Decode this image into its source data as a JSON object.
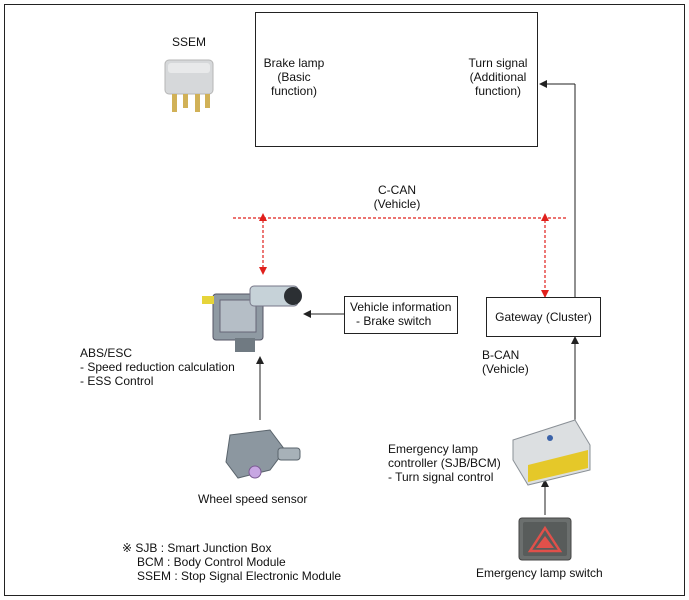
{
  "labels": {
    "ssem": "SSEM",
    "brake_lamp": [
      "Brake lamp",
      "(Basic",
      "function)"
    ],
    "turn_signal": [
      "Turn signal",
      "(Additional",
      "function)"
    ],
    "c_can": [
      "C-CAN",
      "(Vehicle)"
    ],
    "vehicle_info": [
      "Vehicle information",
      "- Brake switch"
    ],
    "gateway": "Gateway (Cluster)",
    "abs_esc": [
      "ABS/ESC",
      "- Speed reduction calculation",
      "- ESS Control"
    ],
    "b_can": [
      "B-CAN",
      "(Vehicle)"
    ],
    "emergency_controller": [
      "Emergency lamp",
      "controller (SJB/BCM)",
      "- Turn signal control"
    ],
    "wheel_speed_sensor": "Wheel speed sensor",
    "emergency_switch": "Emergency lamp switch"
  },
  "notes": [
    "※ SJB : Smart Junction Box",
    "BCM : Body Control Module",
    "SSEM : Stop  Signal Electronic Module"
  ],
  "colors": {
    "line": "#222222",
    "can_dashed": "#e0201c",
    "hazard_button": "#6b6f6e",
    "hazard_triangle": "#e0504a"
  }
}
